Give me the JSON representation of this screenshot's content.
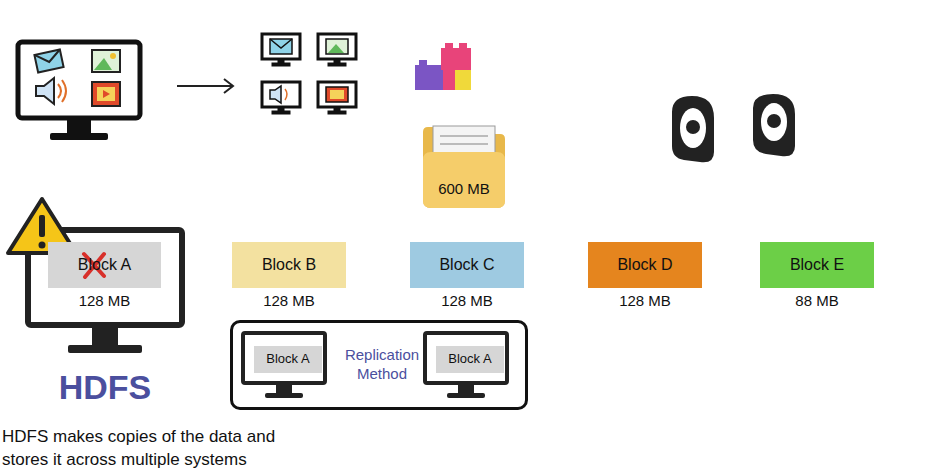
{
  "diagram": {
    "caption": "HDFS makes copies of the data and stores it across multiple systems",
    "nodes": [
      {
        "text": [
          "600 MB"
        ]
      },
      {
        "text": [
          "Block A",
          "128 MB"
        ]
      },
      {
        "text": [
          "Block B",
          "128 MB"
        ]
      },
      {
        "text": [
          "Block C",
          "128 MB"
        ]
      },
      {
        "text": [
          "Block D",
          "128 MB"
        ]
      },
      {
        "text": [
          "Block E",
          "88 MB"
        ]
      },
      {
        "text": [
          "Replication Method"
        ]
      },
      {
        "text": [
          "Block A"
        ],
        "in": 6
      },
      {
        "text": [
          "Block A"
        ],
        "in": 6
      }
    ],
    "labels": [
      "HDFS"
    ]
  }
}
